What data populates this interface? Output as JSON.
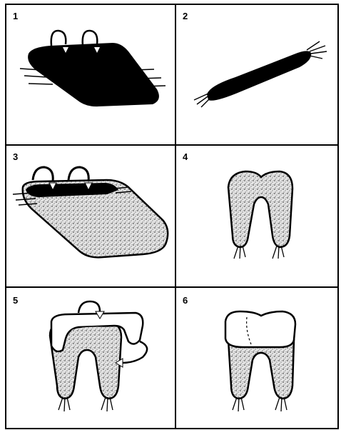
{
  "panels": [
    {
      "number": "1"
    },
    {
      "number": "2"
    },
    {
      "number": "3"
    },
    {
      "number": "4"
    },
    {
      "number": "5"
    },
    {
      "number": "6"
    }
  ],
  "colors": {
    "ink": "#000000",
    "paper": "#ffffff",
    "stipple": "#9a9a9a"
  }
}
